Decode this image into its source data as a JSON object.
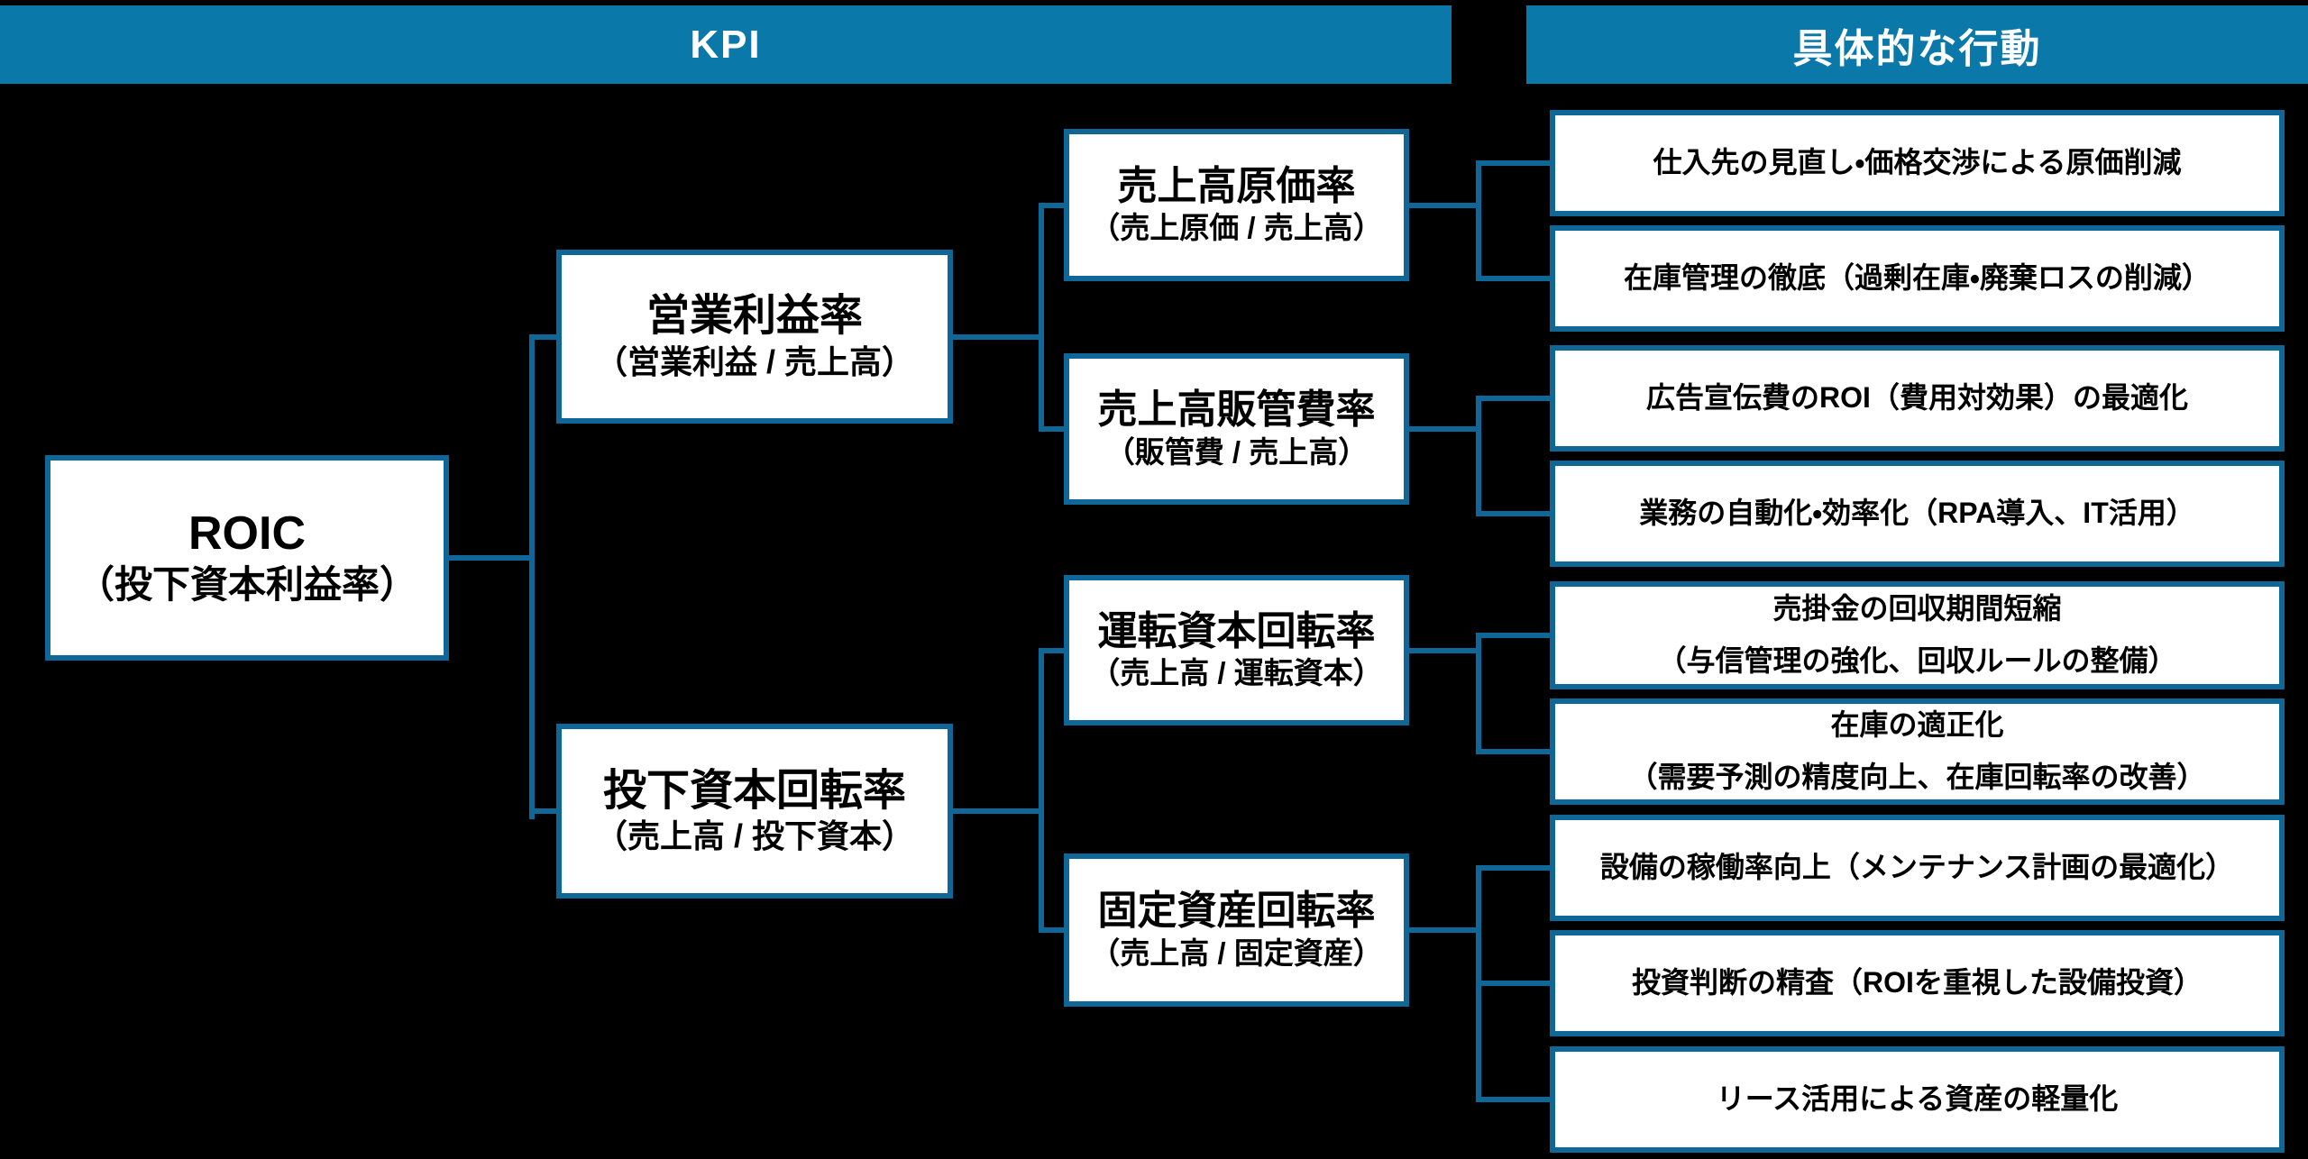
{
  "colors": {
    "background": "#000000",
    "header_bg": "#0A78A8",
    "header_text": "#FFFFFF",
    "box_bg": "#FFFFFF",
    "box_border": "#0E6796",
    "connector": "#0E6796",
    "box_text": "#000000"
  },
  "headers": {
    "kpi": "KPI",
    "actions": "具体的な行動"
  },
  "tree": {
    "root": {
      "title": "ROIC",
      "subtitle": "（投下資本利益率）"
    },
    "level2": [
      {
        "title": "営業利益率",
        "subtitle": "（営業利益 / 売上高）"
      },
      {
        "title": "投下資本回転率",
        "subtitle": "（売上高 / 投下資本）"
      }
    ],
    "level3": [
      {
        "title": "売上高原価率",
        "subtitle": "（売上原価 / 売上高）"
      },
      {
        "title": "売上高販管費率",
        "subtitle": "（販管費 / 売上高）"
      },
      {
        "title": "運転資本回転率",
        "subtitle": "（売上高 / 運転資本）"
      },
      {
        "title": "固定資産回転率",
        "subtitle": "（売上高 / 固定資産）"
      }
    ],
    "actions": [
      {
        "lines": [
          "仕入先の見直し・価格交渉による原価削減"
        ]
      },
      {
        "lines": [
          "在庫管理の徹底（過剰在庫・廃棄ロスの削減）"
        ]
      },
      {
        "lines": [
          "広告宣伝費のROI（費用対効果）の最適化"
        ]
      },
      {
        "lines": [
          "業務の自動化・効率化（RPA導入、IT活用）"
        ]
      },
      {
        "lines": [
          "売掛金の回収期間短縮",
          "（与信管理の強化、回収ルールの整備）"
        ]
      },
      {
        "lines": [
          "在庫の適正化",
          "（需要予測の精度向上、在庫回転率の改善）"
        ]
      },
      {
        "lines": [
          "設備の稼働率向上（メンテナンス計画の最適化）"
        ]
      },
      {
        "lines": [
          "投資判断の精査（ROIを重視した設備投資）"
        ]
      },
      {
        "lines": [
          "リース活用による資産の軽量化"
        ]
      }
    ]
  }
}
